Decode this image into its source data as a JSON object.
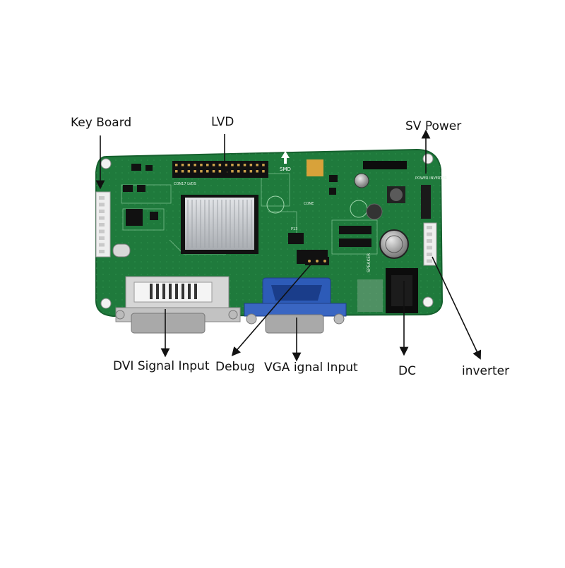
{
  "labels": {
    "keyboard": "Key Board",
    "lvd": "LVD",
    "sv_power": "SV Power",
    "dvi": "DVI Signal Input",
    "debug": "Debug",
    "vga": "VGA ignal Input",
    "dc": "DC",
    "inverter": "inverter"
  },
  "board_text": {
    "smd": "SMD",
    "conn_lvds": "CON17 LVDS",
    "power_inverter": "POWER INVERTER",
    "speaker": "SPEAKER",
    "cone": "CONE",
    "p13": "P13"
  },
  "colors": {
    "pcb": "#1f7a3c",
    "pcb_dark": "#16602e",
    "heatsink": "#c9ccd0",
    "vga_blue": "#2d5bb8",
    "connector_white": "#eeeeee",
    "arrow": "#111111"
  }
}
